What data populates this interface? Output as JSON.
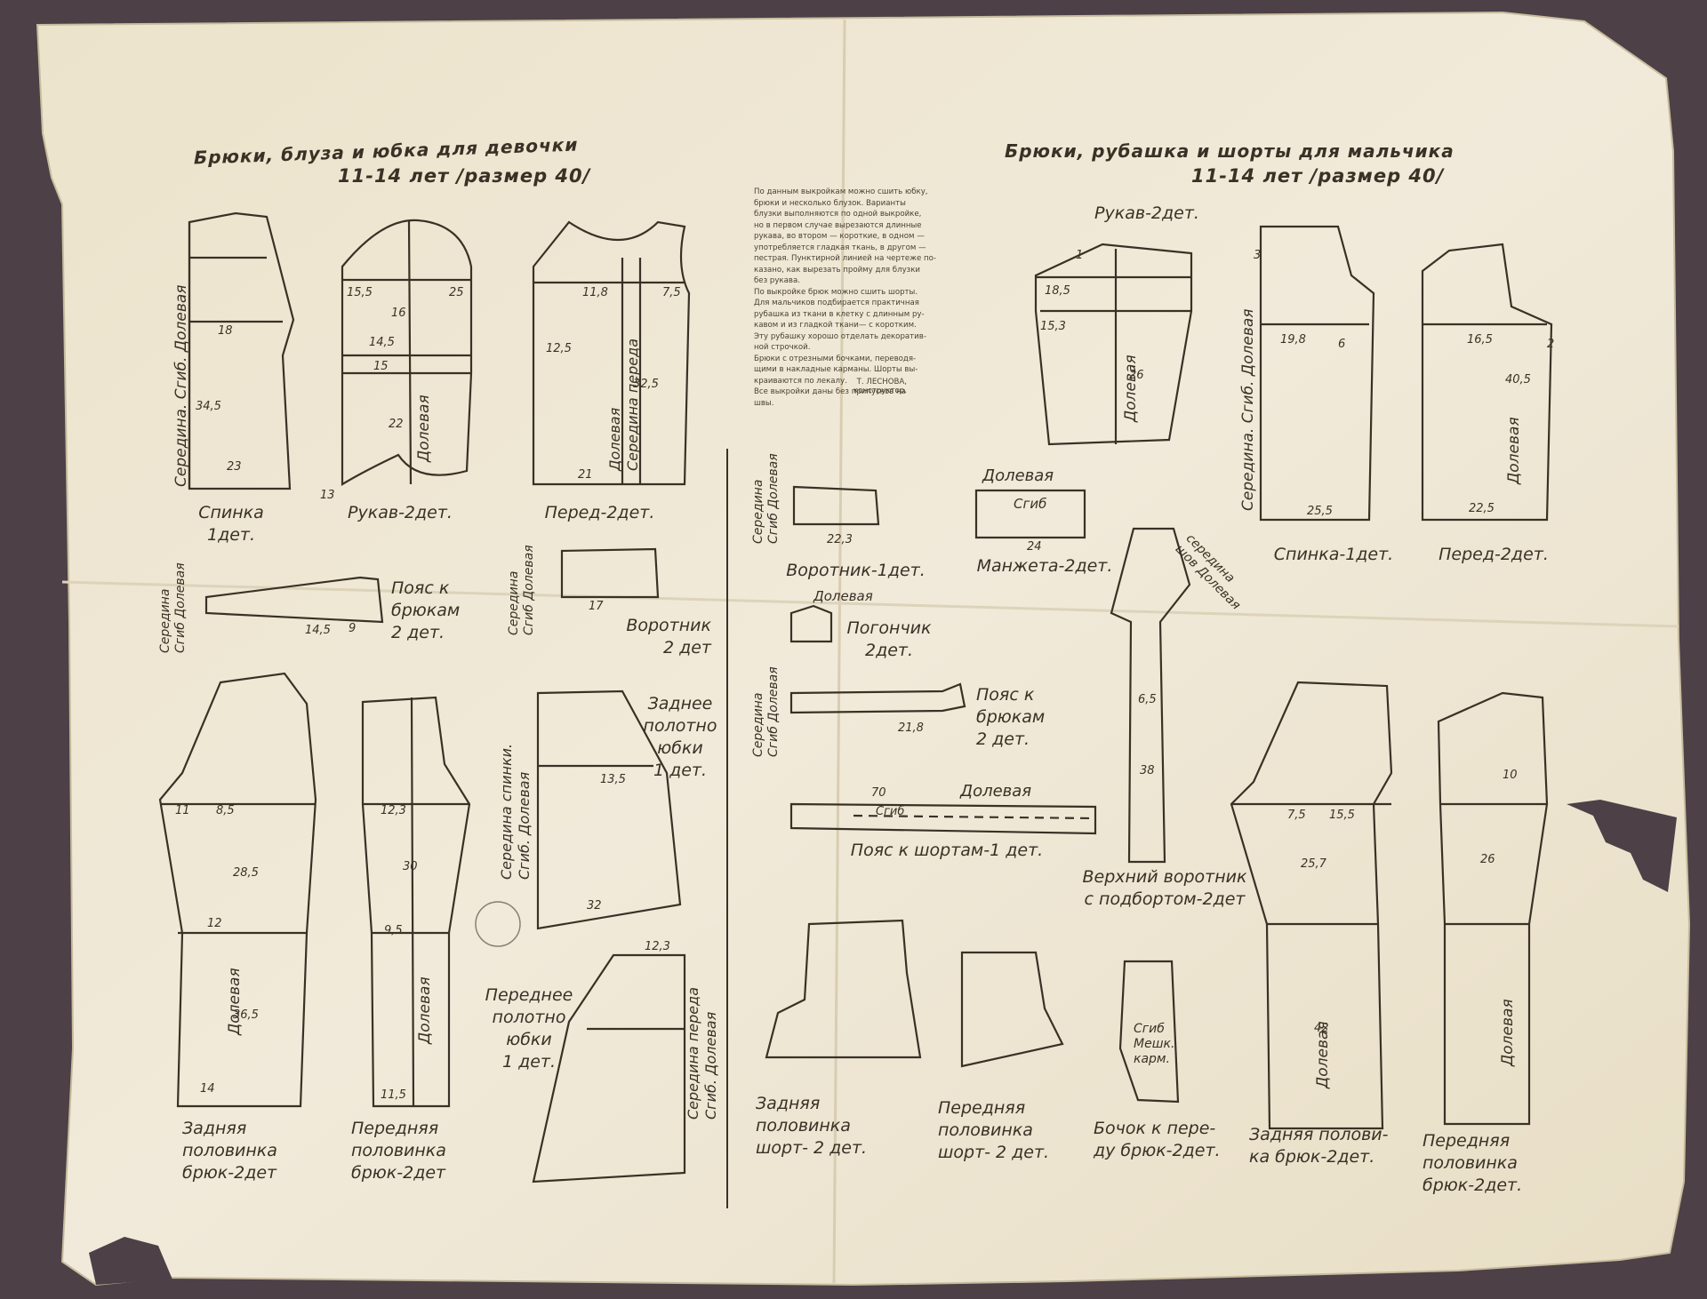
{
  "title_left": {
    "line1": "Брюки, блуза и юбка для девочки",
    "line2": "11-14 лет /размер 40/"
  },
  "title_right": {
    "line1": "Брюки, рубашка и шорты для мальчика",
    "line2": "11-14 лет /размер 40/"
  },
  "intro_text": "По данным выкройкам можно сшить юбку,\nбрюки и несколько блузок. Варианты\nблузки выполняются по одной выкройке,\nно в первом случае вырезаются длинные\nрукава, во втором — короткие, в одном —\nупотребляется гладкая ткань, в другом —\nпестрая. Пунктирной линией на чертеже по-\nказано, как вырезать пройму для блузки\nбез рукава.\n   По выкройке брюк можно сшить шорты.\n   Для мальчиков подбирается практичная\nрубашка из ткани в клетку с длинным ру-\nкавом и из гладкой ткани— с коротким.\nЭту рубашку хорошо отделать декоратив-\nной строчкой.\n   Брюки с отрезными бочками, переводя-\nщими в накладные карманы. Шорты вы-\nкраиваются по лекалу.\n   Все выкройки даны без припусков на\nшвы.",
  "credit": "Т. ЛЕСНОВА,\nконструктор.",
  "pieces": {
    "girl_back": "Спинка\n1дет.",
    "girl_sleeve": "Рукав-2дет.",
    "girl_front": "Перед-2дет.",
    "girl_belt": "Пояс к\nбрюкам\n2 дет.",
    "girl_collar": "Воротник\n2 дет",
    "girl_skirt_back": "Заднее\nполотно\nюбки\n1 дет.",
    "girl_skirt_front": "Переднее\nполотно\nюбки\n1 дет.",
    "girl_pants_back": "Задняя\nполовинка\nбрюк-2дет",
    "girl_pants_front": "Передняя\nполовинка\nбрюк-2дет",
    "boy_sleeve": "Рукав-2дет.",
    "boy_back": "Спинка-1дет.",
    "boy_front": "Перед-2дет.",
    "boy_collar": "Воротник-1дет.",
    "boy_cuff": "Манжета-2дет.",
    "boy_tab": "Погончик\n2дет.",
    "boy_pants_belt": "Пояс к\nбрюкам\n2 дет.",
    "boy_shorts_belt": "Пояс к шортам-1 дет.",
    "boy_upper_collar": "Верхний воротник\nс подбортом-2дет",
    "boy_shorts_back": "Задняя\nполовинка\nшорт- 2 дет.",
    "boy_shorts_front": "Передняя\nполовинка\nшорт- 2 дет.",
    "boy_side": "Бочок к пере-\nду брюк-2дет.",
    "boy_pants_back": "Задняя полови-\nка брюк-2дет.",
    "boy_pants_front": "Передняя\nполовинка\nбрюк-2дет."
  },
  "annotations": {
    "fold_center": "Середина. Сгиб. Долевая",
    "grain": "Долевая",
    "center_front": "Долевая\nСередина переда",
    "fold": "Сгиб",
    "grain_fold": "Середина\nСгиб Долевая",
    "back_center": "Середина спинки.\nСгиб. Долевая",
    "front_center": "Середина переда\nСгиб. Долевая",
    "seam": "середина\nшов Долевая",
    "pocket": "Сгиб\nМешк.\nкарм."
  },
  "numbers": {
    "n1": "23",
    "n2": "18",
    "n3": "34,5",
    "n4": "13",
    "n5": "15",
    "n6": "15,5",
    "n7": "16",
    "n8": "25",
    "n9": "14,5",
    "n10": "22",
    "n11": "21",
    "n12": "11,8",
    "n13": "7,5",
    "n14": "32,5",
    "n15": "12,5",
    "n16": "14,5",
    "n17": "17",
    "n18": "9",
    "n19": "11",
    "n20": "8,5",
    "n21": "28,5",
    "n22": "12",
    "n23": "36,5",
    "n24": "14",
    "n25": "12,3",
    "n26": "30",
    "n27": "9,5",
    "n28": "11,5",
    "n29": "13,5",
    "n30": "32",
    "n31": "12,3",
    "n32": "18,5",
    "n33": "15,3",
    "n34": "26",
    "n35": "19,8",
    "n36": "25,5",
    "n37": "16,5",
    "n38": "40,5",
    "n39": "22,5",
    "n40": "22,3",
    "n41": "24",
    "n42": "21,8",
    "n43": "70",
    "n44": "6,5",
    "n45": "38",
    "n46": "25,7",
    "n47": "15,5",
    "n48": "42",
    "n49": "7,5",
    "n50": "26",
    "n51": "10",
    "n52": "6",
    "n53": "3",
    "n54": "2",
    "n55": "1"
  },
  "colors": {
    "paper": "#efe7d2",
    "ink": "#3a3126",
    "background": "#4d4047"
  }
}
